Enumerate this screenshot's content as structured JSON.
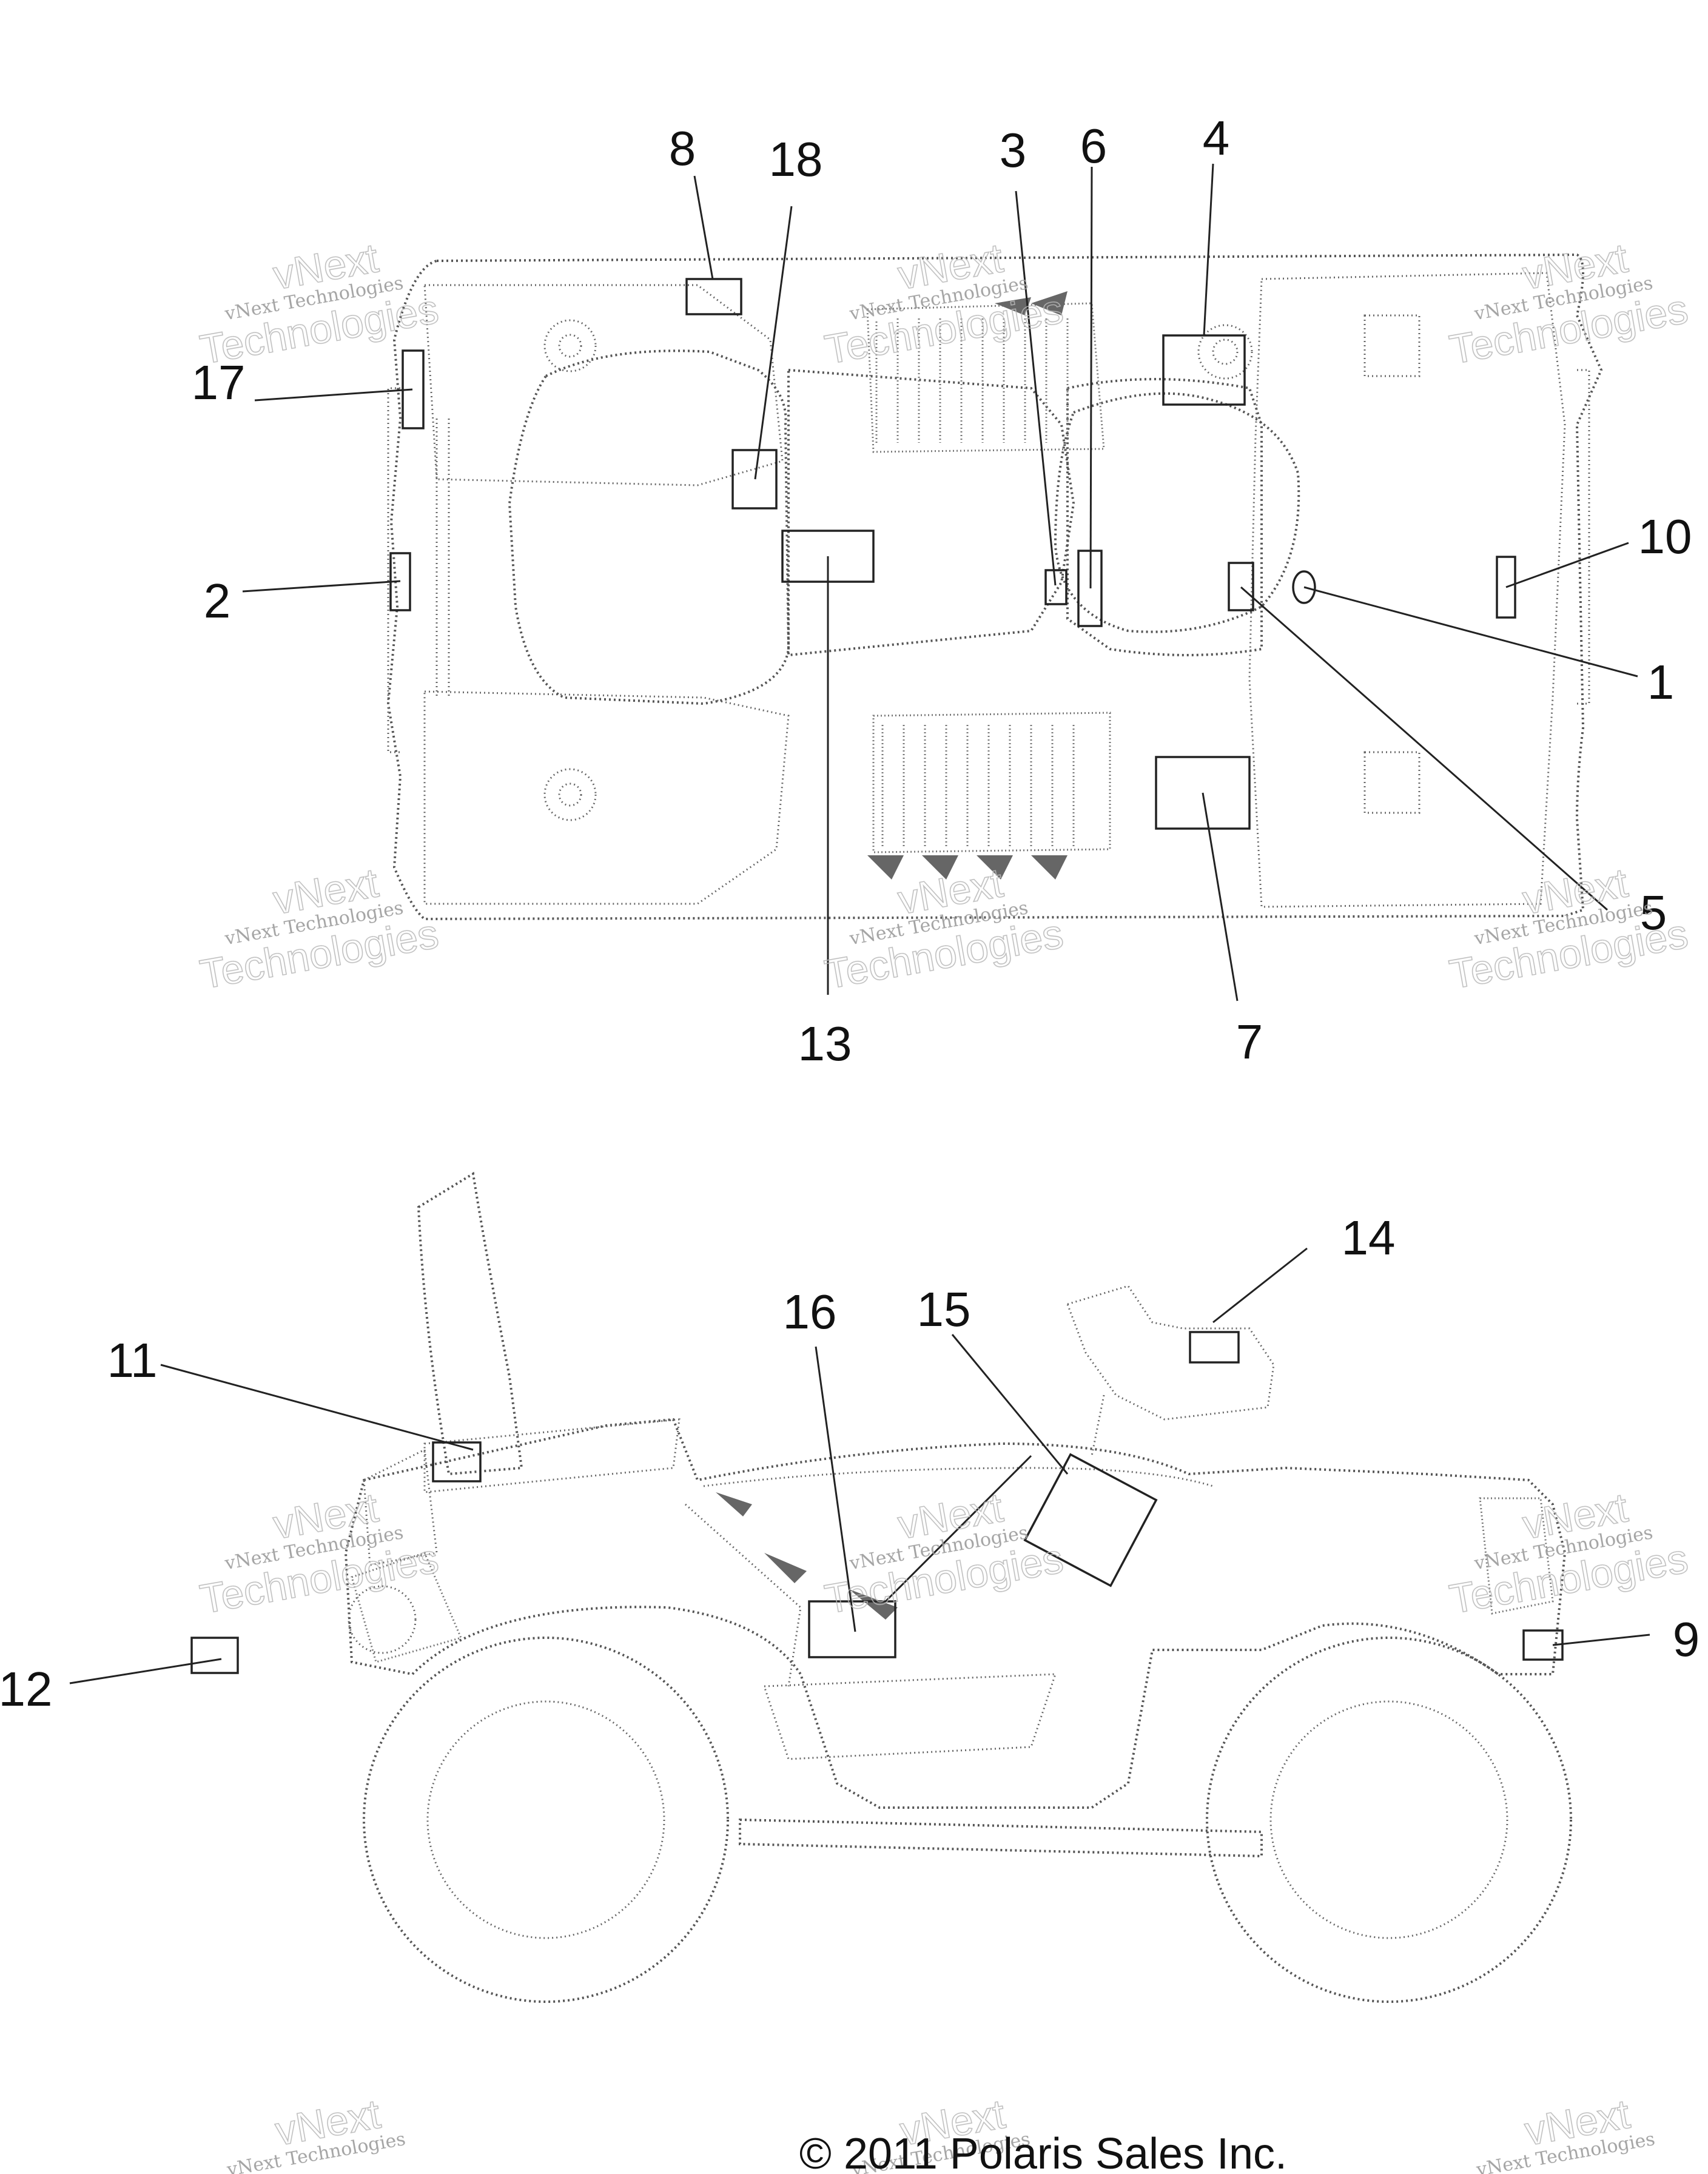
{
  "callouts": {
    "c1": "1",
    "c2": "2",
    "c3": "3",
    "c4": "4",
    "c5": "5",
    "c6": "6",
    "c7": "7",
    "c8": "8",
    "c9": "9",
    "c10": "10",
    "c11": "11",
    "c12": "12",
    "c13": "13",
    "c14": "14",
    "c15": "15",
    "c16": "16",
    "c17": "17",
    "c18": "18"
  },
  "watermark": {
    "line1": "vNext",
    "line2": "vNext Technologies",
    "line3": "Technologies"
  },
  "copyright": "© 2011 Polaris Sales Inc."
}
